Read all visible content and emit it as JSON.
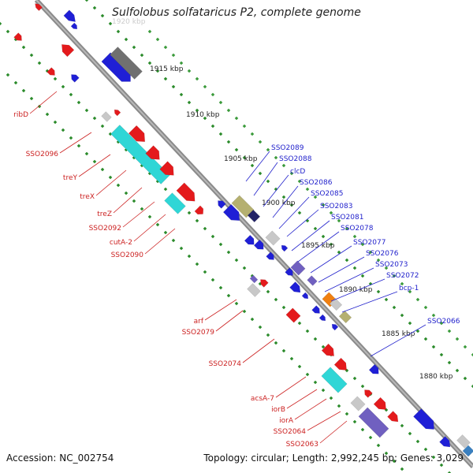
{
  "header": {
    "title": "Sulfolobus solfataricus P2, complete genome"
  },
  "footer": {
    "accession": "Accession: NC_002754",
    "topology": "Topology: circular; Length: 2,992,245 bp; Genes: 3,029"
  },
  "kbp_labels": [
    {
      "text": "1920 kbp",
      "kind": "faded"
    },
    {
      "text": "1915 kbp",
      "kind": "normal"
    },
    {
      "text": "1910 kbp",
      "kind": "normal"
    },
    {
      "text": "1905 kbp",
      "kind": "normal"
    },
    {
      "text": "1900 kbp",
      "kind": "normal"
    },
    {
      "text": "1895 kbp",
      "kind": "normal"
    },
    {
      "text": "1890 kbp",
      "kind": "normal"
    },
    {
      "text": "1885 kbp",
      "kind": "normal"
    },
    {
      "text": "1880 kbp",
      "kind": "normal"
    }
  ],
  "red_labels": [
    "ribD",
    "SSO2096",
    "treY",
    "treX",
    "treZ",
    "SSO2092",
    "cutA-2",
    "SSO2090",
    "arf",
    "SSO2079",
    "SSO2074",
    "acsA-7",
    "iorB",
    "iorA",
    "SSO2064",
    "SSO2063"
  ],
  "blue_labels": [
    "SSO2089",
    "SSO2088",
    "clcD",
    "SSO2086",
    "SSO2085",
    "SSO2083",
    "SSO2081",
    "SSO2078",
    "SSO2077",
    "SSO2076",
    "SSO2073",
    "SSO2072",
    "bcp-1",
    "SSO2066"
  ],
  "colors": {
    "red": "#e41a1c",
    "blue": "#1f1fd6",
    "cyan": "#2fd6d6",
    "grey": "#707070",
    "lightgrey": "#c8c8c8",
    "olive": "#b5b070",
    "navy": "#222266",
    "purple": "#7060c0",
    "orange": "#f08010",
    "dots": "#2a8a2a",
    "red_text": "#cc2222",
    "blue_text": "#2222cc"
  }
}
